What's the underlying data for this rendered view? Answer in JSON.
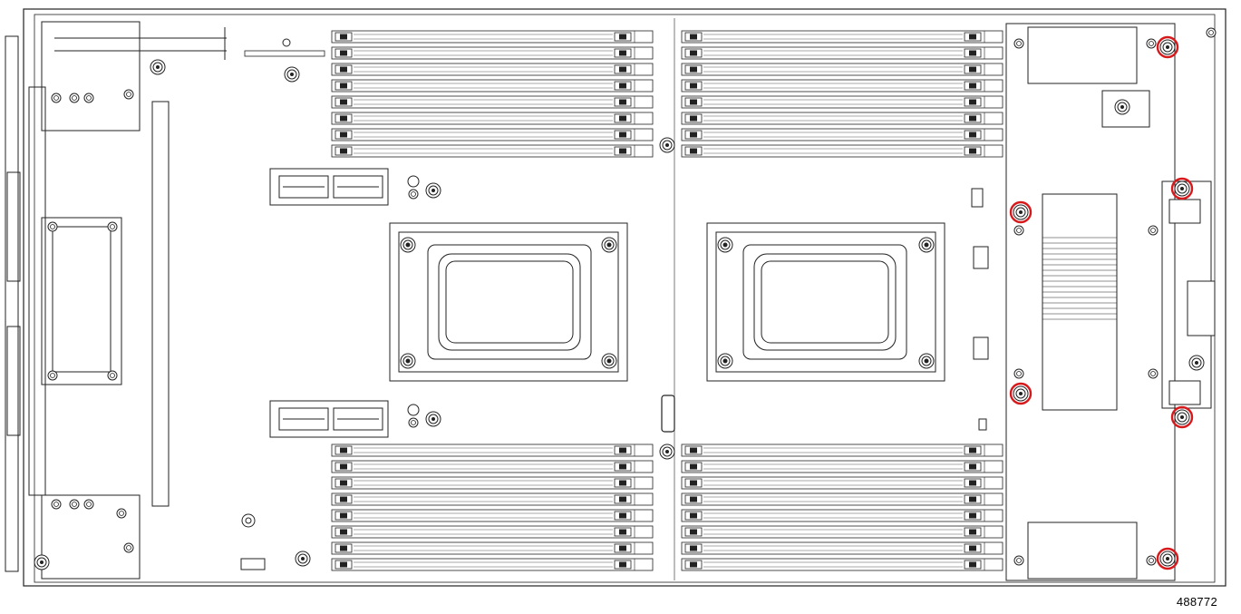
{
  "figure": {
    "id_label": "488772",
    "description_icon": "server-node-motherboard-top-view",
    "highlight_color": "#d7191c",
    "line_color": "#1a1a1a"
  },
  "components": {
    "cpu_sockets": 2,
    "dimm_banks": 4,
    "dimm_slots_per_bank": 8,
    "highlighted_screws": 6
  }
}
